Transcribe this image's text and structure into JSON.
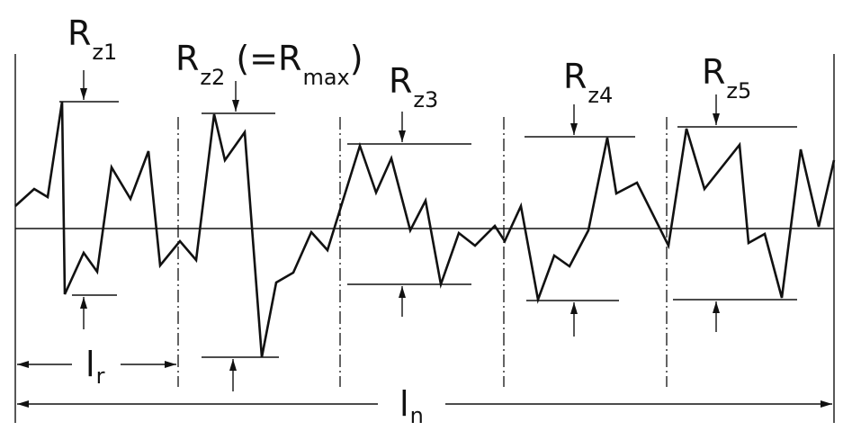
{
  "labels": {
    "rz1": {
      "main": "R",
      "sub": "z1"
    },
    "rz2": {
      "main": "R",
      "sub": "z2",
      "tail_open": " (=R",
      "sub2": "max",
      "tail_close": ")"
    },
    "rz3": {
      "main": "R",
      "sub": "z3"
    },
    "rz4": {
      "main": "R",
      "sub": "z4"
    },
    "rz5": {
      "main": "R",
      "sub": "z5"
    },
    "lr": {
      "main": "l",
      "sub": "r"
    },
    "ln": {
      "main": "l",
      "sub": "n"
    }
  },
  "colors": {
    "ink": "#111111",
    "background": "#ffffff"
  }
}
